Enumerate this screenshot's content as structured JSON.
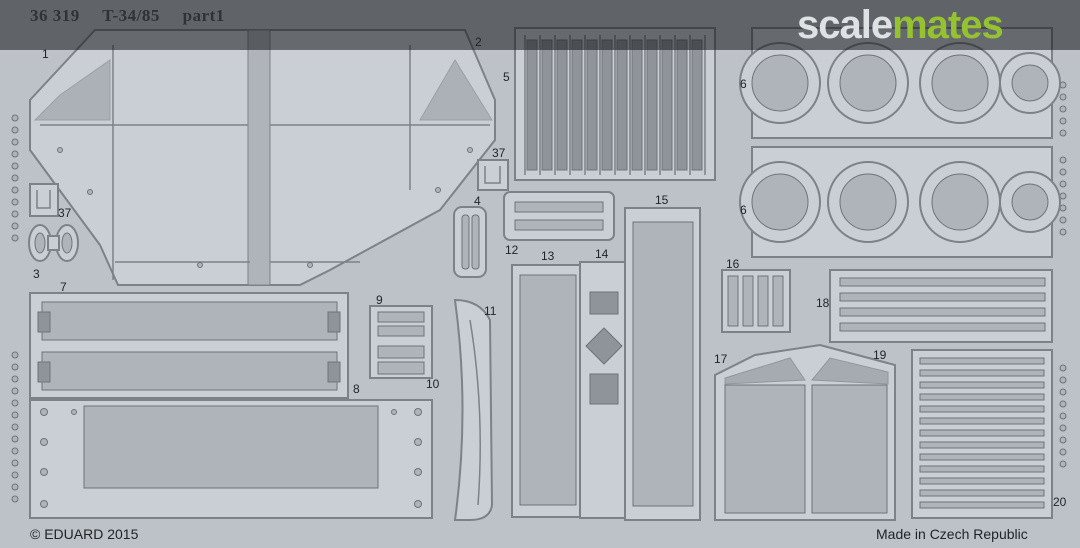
{
  "header": {
    "code": "36 319",
    "model": "T-34/85",
    "part": "part1"
  },
  "watermark": {
    "a": "scale",
    "b": "mates"
  },
  "footer": {
    "copyright": "© EDUARD 2015",
    "origin": "Made in Czech Republic"
  },
  "part_numbers": {
    "p1": "1",
    "p2": "2",
    "p3": "3",
    "p4": "4",
    "p5": "5",
    "p6a": "6",
    "p6b": "6",
    "p7": "7",
    "p8": "8",
    "p9": "9",
    "p10": "10",
    "p11": "11",
    "p12": "12",
    "p13": "13",
    "p14": "14",
    "p15": "15",
    "p16": "16",
    "p17": "17",
    "p18": "18",
    "p19": "19",
    "p20": "20",
    "p37a": "37",
    "p37b": "37"
  },
  "colors": {
    "fret": "#bcc2c8",
    "part_fill": "#c9cfd4",
    "outline": "#7c8288",
    "dark": "#5e6368",
    "header_bar": "#2a2d30",
    "brand_green": "#94c230"
  }
}
